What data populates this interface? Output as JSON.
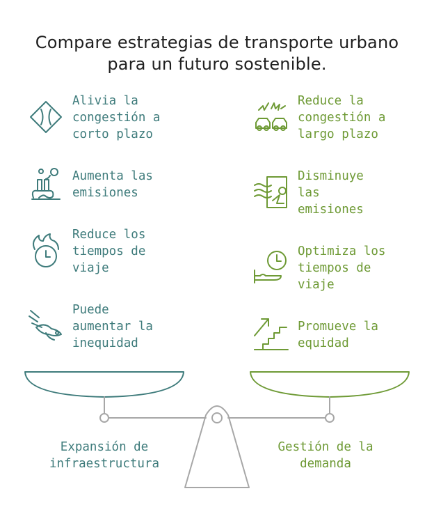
{
  "title": {
    "line1": "Compare estrategias de transporte urbano",
    "line2": "para un futuro sostenible."
  },
  "colors": {
    "left": "#3e7b7b",
    "right": "#6e9a35",
    "beam": "#a7a7a7"
  },
  "left": {
    "label": "Expansión de\ninfraestructura",
    "items": [
      {
        "icon": "road-diamond-icon",
        "text": "Alivia la\ncongestión a\ncorto plazo"
      },
      {
        "icon": "factory-smoke-icon",
        "text": "Aumenta las\nemisiones"
      },
      {
        "icon": "clock-fire-icon",
        "text": "Reduce los\ntiempos de\nviaje"
      },
      {
        "icon": "injured-person-icon",
        "text": "Puede\naumentar la\ninequidad"
      }
    ]
  },
  "right": {
    "label": "Gestión de la\ndemanda",
    "items": [
      {
        "icon": "cars-traffic-icon",
        "text": "Reduce la\ncongestión a\nlargo plazo"
      },
      {
        "icon": "air-map-icon",
        "text": "Disminuye\nlas\nemisiones"
      },
      {
        "icon": "clock-hand-icon",
        "text": "Optimiza los\ntiempos de\nviaje"
      },
      {
        "icon": "stairs-up-icon",
        "text": "Promueve la\nequidad"
      }
    ]
  }
}
